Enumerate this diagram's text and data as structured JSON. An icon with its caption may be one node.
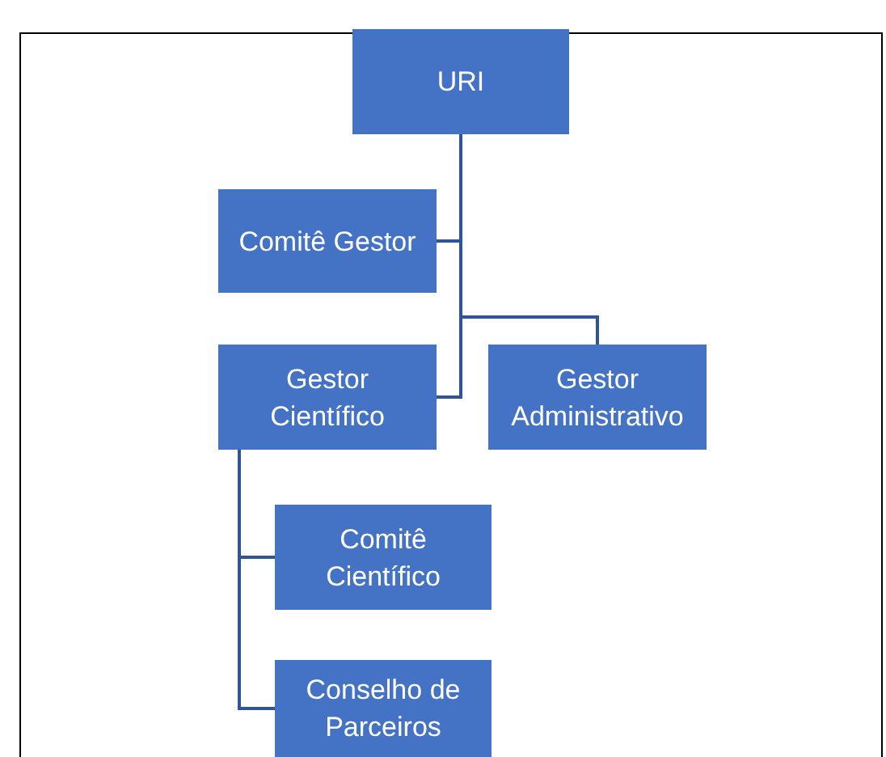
{
  "diagram": {
    "nodes": [
      {
        "text": [
          "URI"
        ]
      },
      {
        "text": [
          "Comitê Gestor"
        ]
      },
      {
        "text": [
          "Gestor Científico"
        ]
      },
      {
        "text": [
          "Gestor Administrativo"
        ]
      },
      {
        "text": [
          "Comitê Científico"
        ]
      },
      {
        "text": [
          "Conselho de Parceiros"
        ]
      }
    ],
    "edges": [
      {
        "from": 0,
        "to": 1,
        "arrow": "none"
      },
      {
        "from": 0,
        "to": 2,
        "arrow": "none"
      },
      {
        "from": 0,
        "to": 3,
        "arrow": "none"
      },
      {
        "from": 2,
        "to": 4,
        "arrow": "none"
      },
      {
        "from": 2,
        "to": 5,
        "arrow": "none"
      }
    ]
  }
}
